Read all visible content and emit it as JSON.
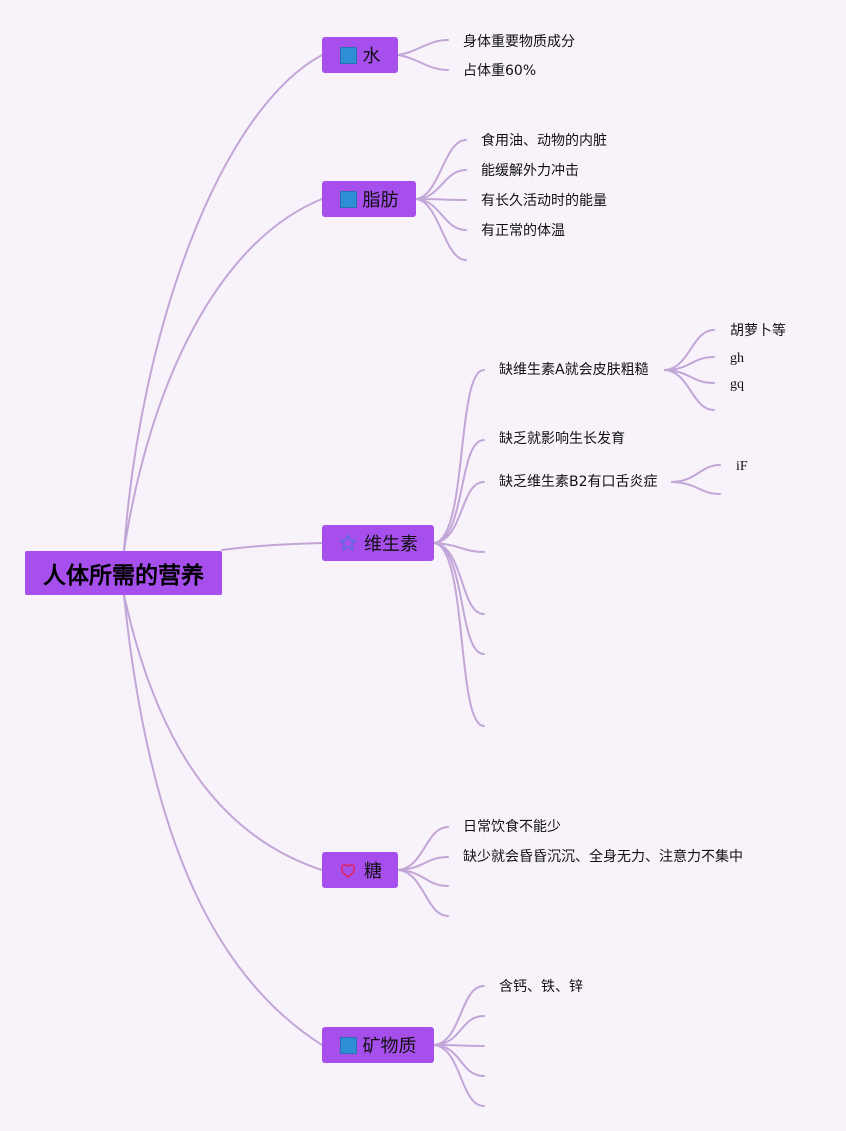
{
  "root": {
    "label": "人体所需的营养"
  },
  "topics": {
    "water": {
      "label": "水",
      "icon": "blue-square-icon"
    },
    "fat": {
      "label": "脂肪",
      "icon": "blue-square-icon"
    },
    "vitamin": {
      "label": "维生素",
      "icon": "star-outline-icon"
    },
    "sugar": {
      "label": "糖",
      "icon": "heart-outline-icon"
    },
    "mineral": {
      "label": "矿物质",
      "icon": "blue-square-icon"
    }
  },
  "water_items": [
    "身体重要物质成分",
    "占体重60%"
  ],
  "fat_items": [
    "食用油、动物的内脏",
    "能缓解外力冲击",
    "有长久活动时的能量",
    "有正常的体温"
  ],
  "vitamin_items": [
    "缺维生素A就会皮肤粗糙",
    "缺乏就影响生长发育",
    "缺乏维生素B2有口舌炎症"
  ],
  "vitamin_a_items": [
    "胡萝卜等",
    "gh",
    "gq"
  ],
  "vitamin_b2_items": [
    "iF"
  ],
  "sugar_items": [
    "日常饮食不能少",
    "缺少就会昏昏沉沉、全身无力、注意力不集中"
  ],
  "mineral_items": [
    "含钙、铁、锌"
  ],
  "colors": {
    "background": "#f8f3fa",
    "node_fill": "#a64fed",
    "connector": "#c3a6d8",
    "square_icon": "#2f8fd6",
    "star_icon": "#5b6de0",
    "heart_icon": "#e0245e"
  }
}
